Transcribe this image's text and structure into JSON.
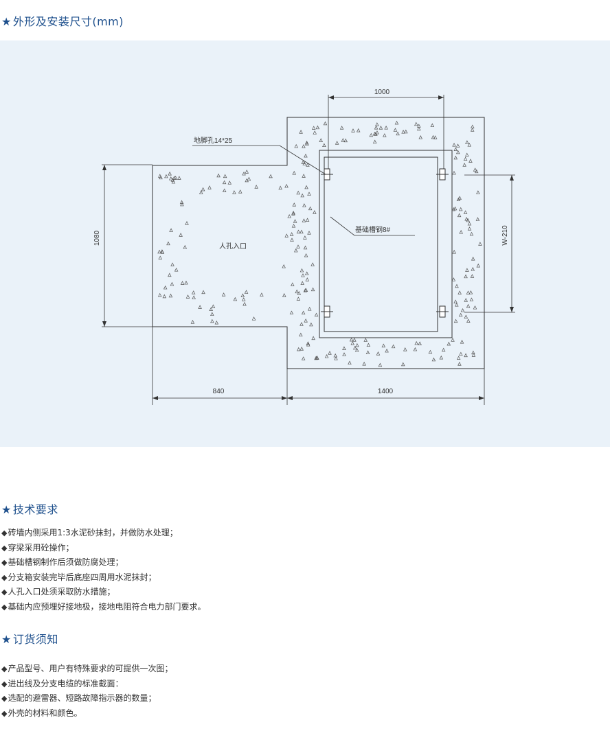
{
  "sections": {
    "dimensions_title": "外形及安装尺寸(mm)",
    "tech_title": "技术要求",
    "order_title": "订货须知"
  },
  "diagram": {
    "labels": {
      "top_width": "1000",
      "anchor_hole": "地脚孔14*25",
      "channel_steel": "基础槽钢8#",
      "manhole": "人孔入口",
      "left_height": "1080",
      "right_height": "W-210",
      "bottom_left": "840",
      "bottom_right": "1400"
    }
  },
  "tech_requirements": [
    "砖墙内侧采用1:3水泥砂抹封，并做防水处理；",
    "穿梁采用砼操作；",
    "基础槽钢制作后须做防腐处理；",
    "分支箱安装完毕后底座四周用水泥抹封；",
    "人孔入口处须采取防水措施；",
    "基础内应预埋好接地极，接地电阻符合电力部门要求。"
  ],
  "order_notes": [
    "产品型号、用户有特殊要求的可提供一次图；",
    "进出线及分支电缆的标准截面：",
    "选配的避雷器、短路故障指示器的数量；",
    "外壳的材料和颜色。"
  ],
  "icons": {
    "bullet": "diamond-bullet-icon",
    "heading": "star-icon"
  }
}
